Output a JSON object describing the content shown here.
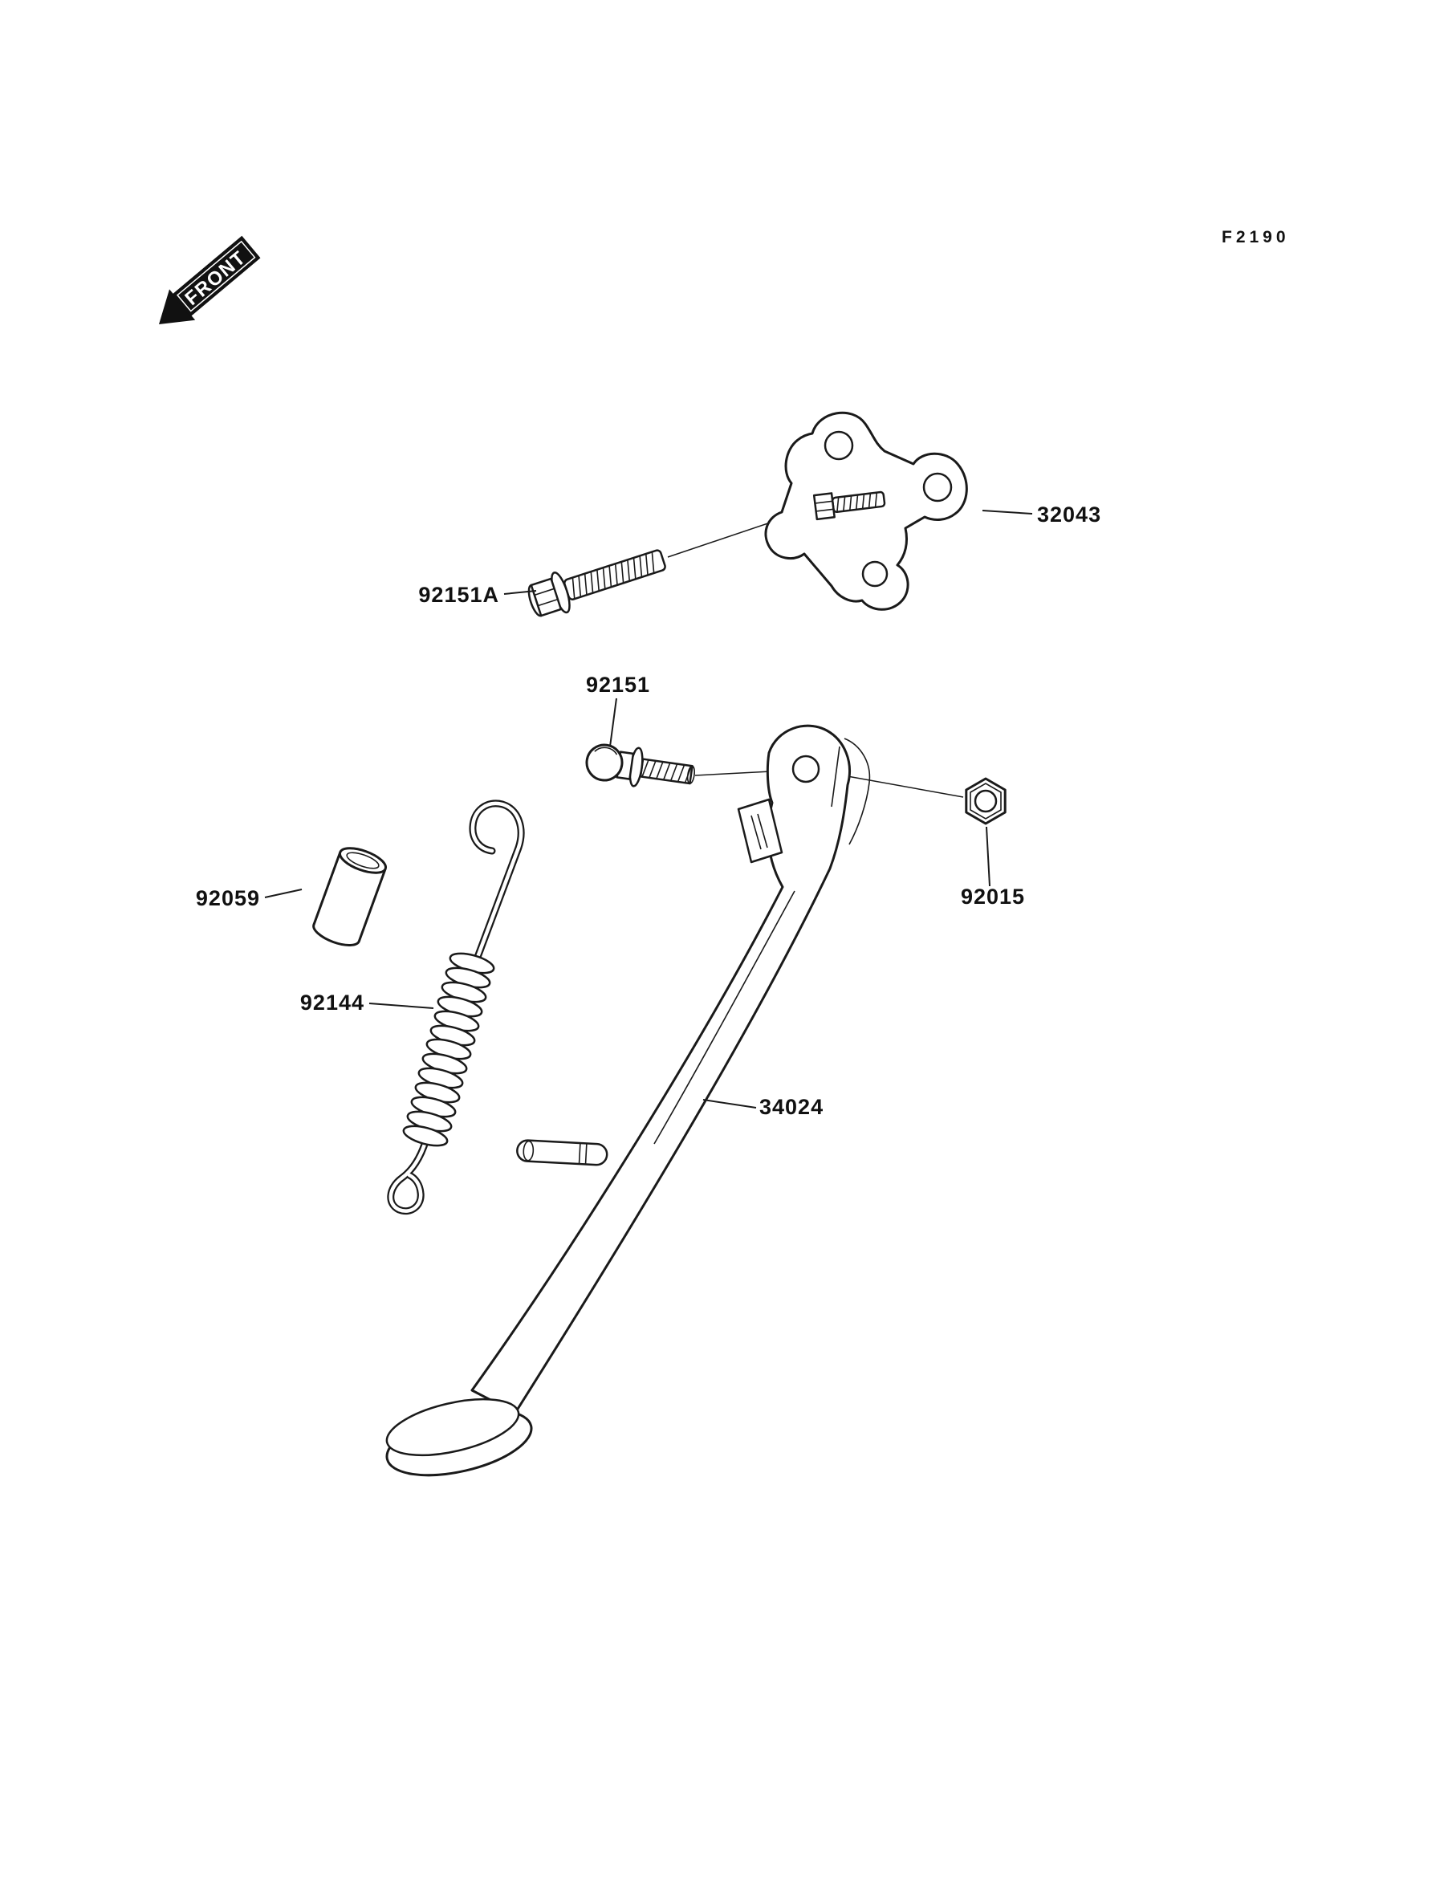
{
  "figure_code": "F2190",
  "front_marker": "FRONT",
  "labels": {
    "bracket": "32043",
    "bolt_upper": "92151A",
    "bolt_pivot": "92151",
    "nut": "92015",
    "collar": "92059",
    "spring": "92144",
    "stand": "34024"
  }
}
